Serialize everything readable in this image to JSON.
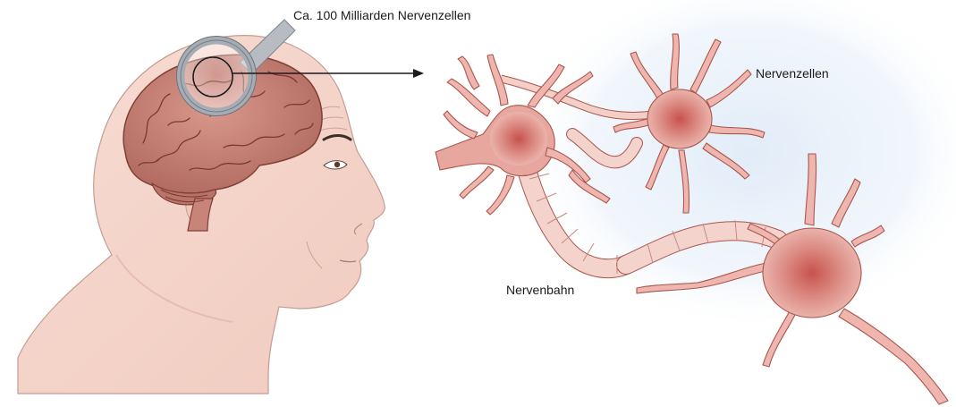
{
  "labels": {
    "magnifier": "Ca. 100 Milliarden Nervenzellen",
    "nerve_cells": "Nervenzellen",
    "nerve_path": "Nervenbahn"
  },
  "colors": {
    "skin": "#f6d6cc",
    "skin_outline": "#b98f87",
    "brain": "#c98479",
    "brain_dark": "#7a3d36",
    "neuron_light": "#f1c3bb",
    "neuron": "#d98a80",
    "neuron_core": "#c65e57",
    "neuron_outline": "#a9564d",
    "glow": "#e3effa",
    "magnifier_ring": "#9aa0a6"
  }
}
